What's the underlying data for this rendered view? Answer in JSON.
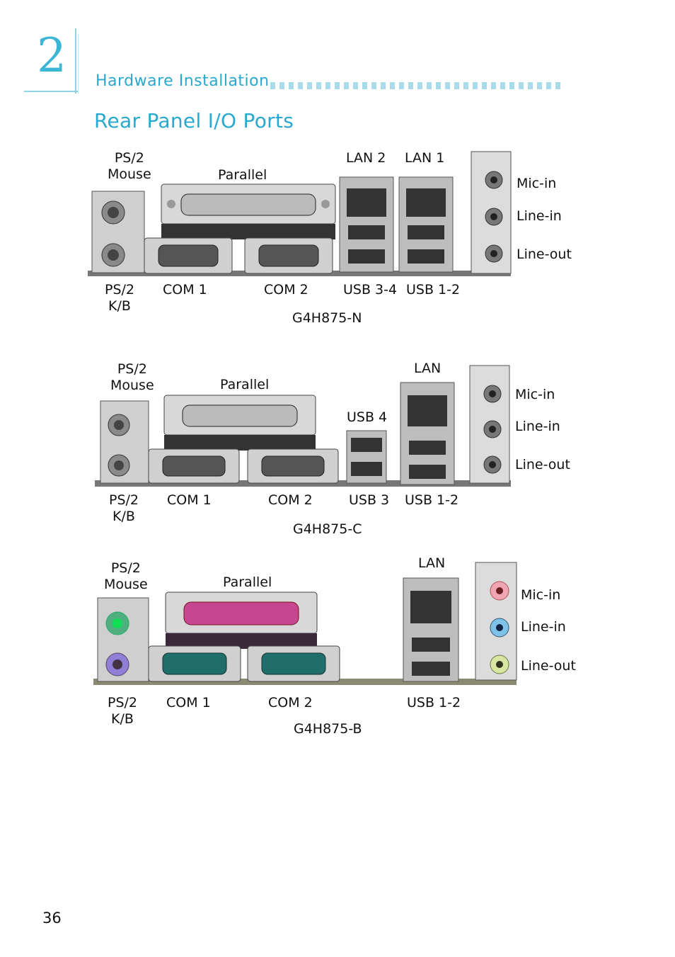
{
  "chapter": {
    "number": "2",
    "section": "Hardware Installation"
  },
  "page_title": "Rear Panel I/O Ports",
  "page_number": "36",
  "boards": [
    {
      "model": "G4H875-N",
      "labels": {
        "ps2_mouse": "PS/2\nMouse",
        "parallel": "Parallel",
        "lan2": "LAN 2",
        "lan1": "LAN 1",
        "mic_in": "Mic-in",
        "line_in": "Line-in",
        "line_out": "Line-out",
        "ps2_kb": "PS/2\nK/B",
        "com1": "COM 1",
        "com2": "COM 2",
        "usb34": "USB 3-4",
        "usb12": "USB 1-2"
      }
    },
    {
      "model": "G4H875-C",
      "labels": {
        "ps2_mouse": "PS/2\nMouse",
        "parallel": "Parallel",
        "lan": "LAN",
        "usb4": "USB 4",
        "mic_in": "Mic-in",
        "line_in": "Line-in",
        "line_out": "Line-out",
        "ps2_kb": "PS/2\nK/B",
        "com1": "COM 1",
        "com2": "COM 2",
        "usb3": "USB 3",
        "usb12": "USB 1-2"
      }
    },
    {
      "model": "G4H875-B",
      "labels": {
        "ps2_mouse": "PS/2\nMouse",
        "parallel": "Parallel",
        "lan": "LAN",
        "mic_in": "Mic-in",
        "line_in": "Line-in",
        "line_out": "Line-out",
        "ps2_kb": "PS/2\nK/B",
        "com1": "COM 1",
        "com2": "COM 2",
        "usb12": "USB 1-2"
      }
    }
  ]
}
